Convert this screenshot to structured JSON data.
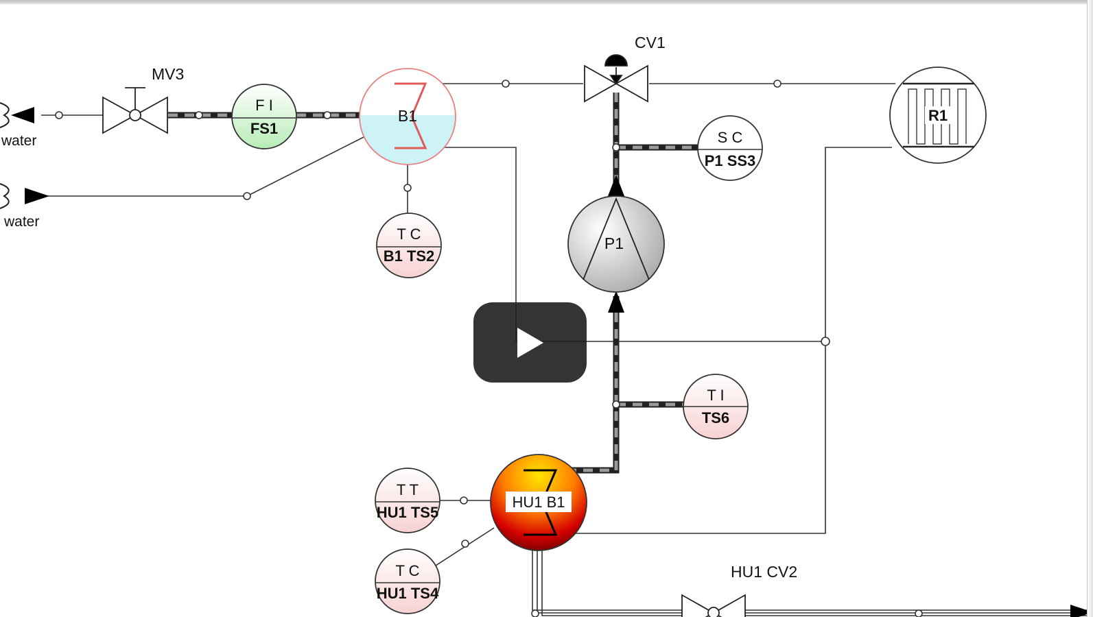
{
  "labels": {
    "mv3": "MV3",
    "cv1": "CV1",
    "b1": "B1",
    "r1": "R1",
    "p1": "P1",
    "hu1_b1": "HU1 B1",
    "hu1_cv2": "HU1 CV2",
    "water_out": "water",
    "water_in": "water"
  },
  "instruments": {
    "fs1": {
      "func": "F  I",
      "tag": "FS1"
    },
    "ss3": {
      "func": "S  C",
      "tag": "P1 SS3"
    },
    "ts2": {
      "func": "T  C",
      "tag": "B1 TS2"
    },
    "ts6": {
      "func": "T  I",
      "tag": "TS6"
    },
    "ts5": {
      "func": "T  T",
      "tag": "HU1 TS5"
    },
    "ts4": {
      "func": "T  C",
      "tag": "HU1 TS4"
    }
  },
  "colors": {
    "line": "#333333",
    "instrument_green": "#c8efc8",
    "instrument_red": "#fbdede",
    "tank_border": "#e88080",
    "tank_liquid": "#cdf3f6",
    "heater_hot": "#ffd400",
    "heater_cold": "#7a0000"
  },
  "overlay": {
    "play_icon": "play-icon"
  }
}
